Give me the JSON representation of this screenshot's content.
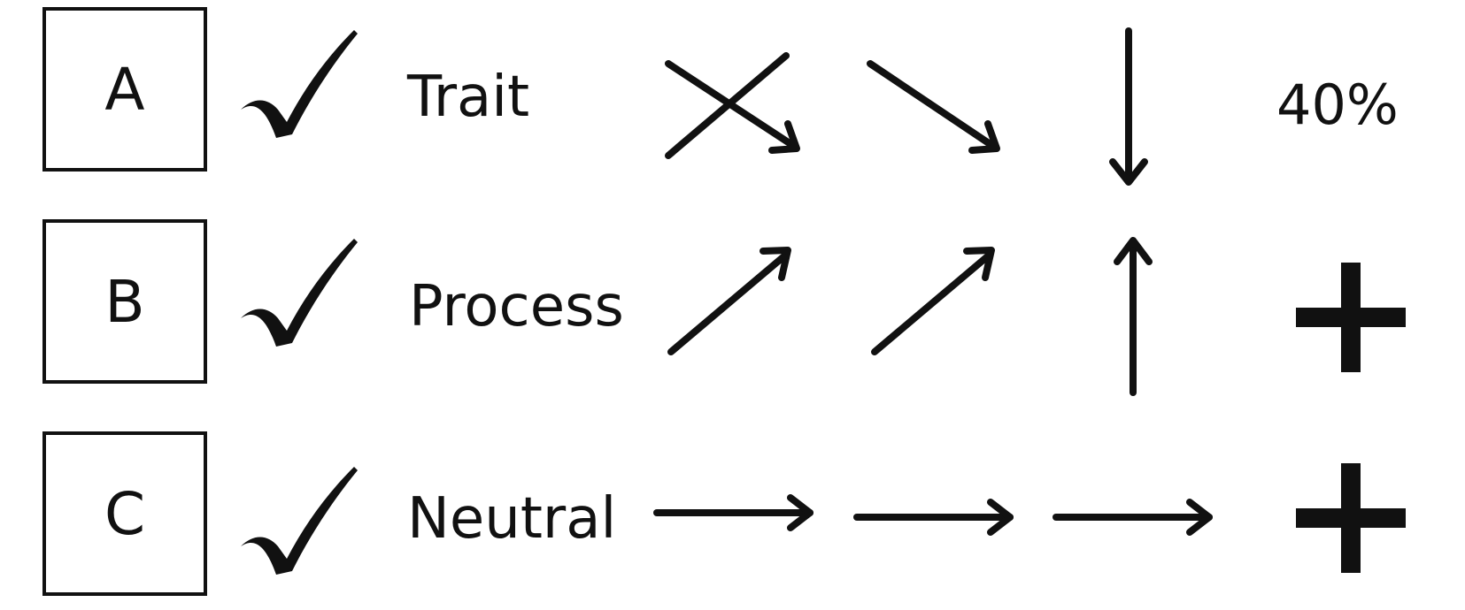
{
  "rows": [
    {
      "letter": "A",
      "label": "Trait"
    },
    {
      "letter": "B",
      "label": "Process"
    },
    {
      "letter": "C",
      "label": "Neutral"
    }
  ],
  "value": "40%",
  "icons": {
    "check": "check-icon",
    "plus": "plus-icon",
    "arrow": "arrow-icon",
    "cross": "cross-icon"
  },
  "colors": {
    "ink": "#111111",
    "background": "#ffffff"
  }
}
